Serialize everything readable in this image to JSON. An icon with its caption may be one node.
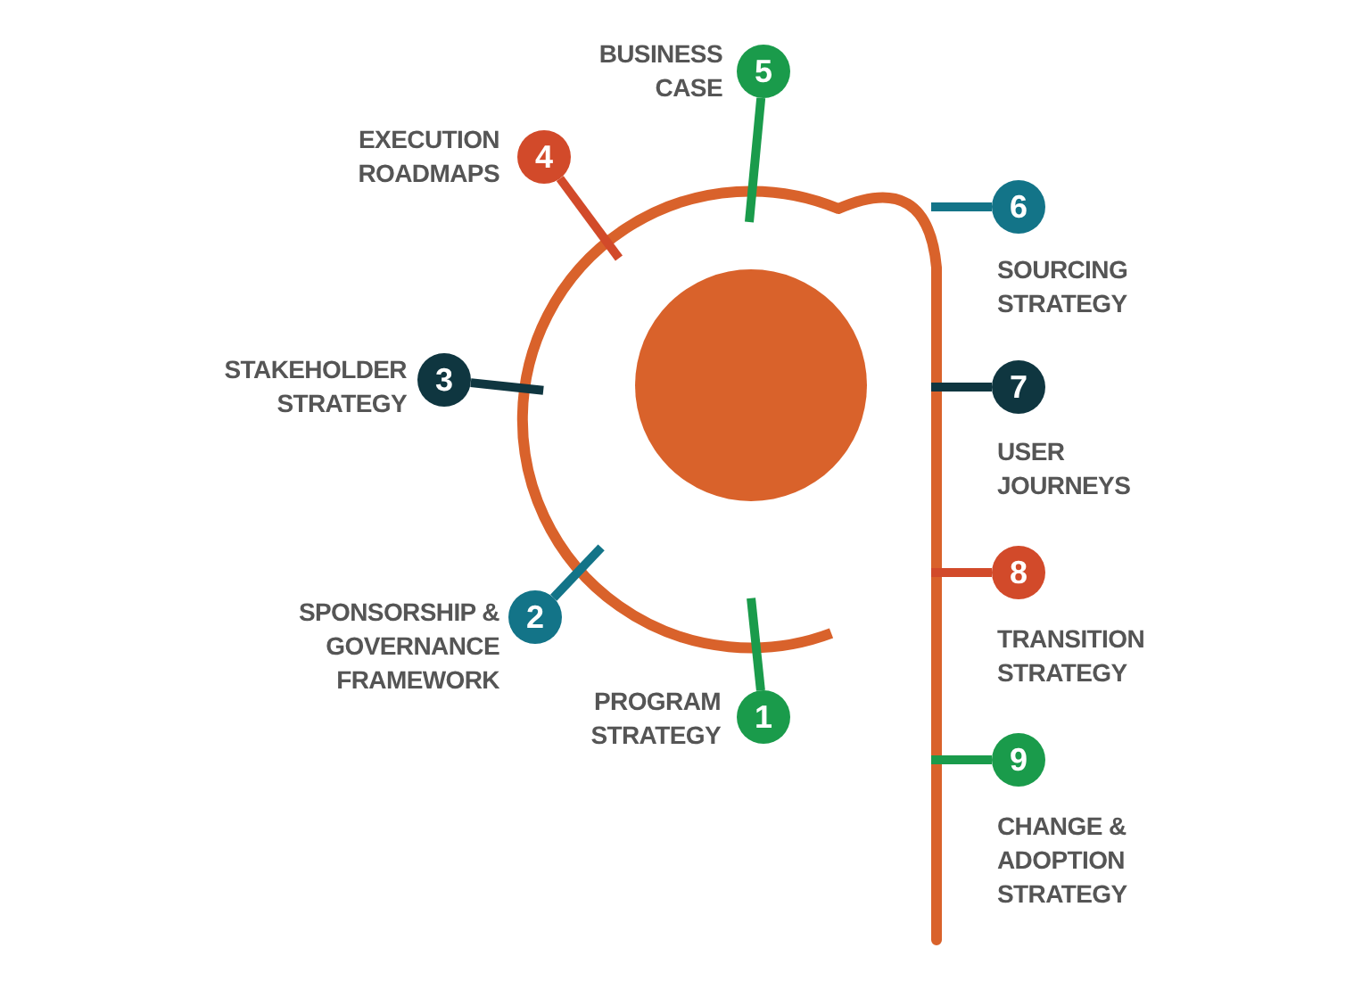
{
  "diagram": {
    "nodes": [
      {
        "text": [],
        "shape": "circle"
      },
      {
        "text": [],
        "shape": "arc"
      },
      {
        "text": [],
        "shape": "bar"
      },
      {
        "text": [
          "1"
        ],
        "beside": [
          "PROGRAM STRATEGY"
        ]
      },
      {
        "text": [
          "2"
        ],
        "beside": [
          "SPONSORSHIP & GOVERNANCE FRAMEWORK"
        ]
      },
      {
        "text": [
          "3"
        ],
        "beside": [
          "STAKEHOLDER STRATEGY"
        ]
      },
      {
        "text": [
          "4"
        ],
        "beside": [
          "EXECUTION ROADMAPS"
        ]
      },
      {
        "text": [
          "5"
        ],
        "beside": [
          "BUSINESS CASE"
        ]
      },
      {
        "text": [
          "6"
        ],
        "beside": [
          "SOURCING STRATEGY"
        ]
      },
      {
        "text": [
          "7"
        ],
        "beside": [
          "USER JOURNEYS"
        ]
      },
      {
        "text": [
          "8"
        ],
        "beside": [
          "TRANSITION STRATEGY"
        ]
      },
      {
        "text": [
          "9"
        ],
        "beside": [
          "CHANGE & ADOPTION STRATEGY"
        ]
      }
    ],
    "edges": [
      {
        "from": 3,
        "to": 1,
        "arrow": "none",
        "color": "#1a9b4b"
      },
      {
        "from": 4,
        "to": 1,
        "arrow": "none",
        "color": "#137488"
      },
      {
        "from": 5,
        "to": 1,
        "arrow": "none",
        "color": "#0f3640"
      },
      {
        "from": 6,
        "to": 1,
        "arrow": "none",
        "color": "#d24a2a"
      },
      {
        "from": 7,
        "to": 1,
        "arrow": "none",
        "color": "#1a9b4b"
      },
      {
        "from": 8,
        "to": 2,
        "arrow": "none",
        "color": "#137488"
      },
      {
        "from": 9,
        "to": 2,
        "arrow": "none",
        "color": "#0f3640"
      },
      {
        "from": 10,
        "to": 2,
        "arrow": "none",
        "color": "#d24a2a"
      },
      {
        "from": 11,
        "to": 2,
        "arrow": "none",
        "color": "#1a9b4b"
      }
    ]
  }
}
